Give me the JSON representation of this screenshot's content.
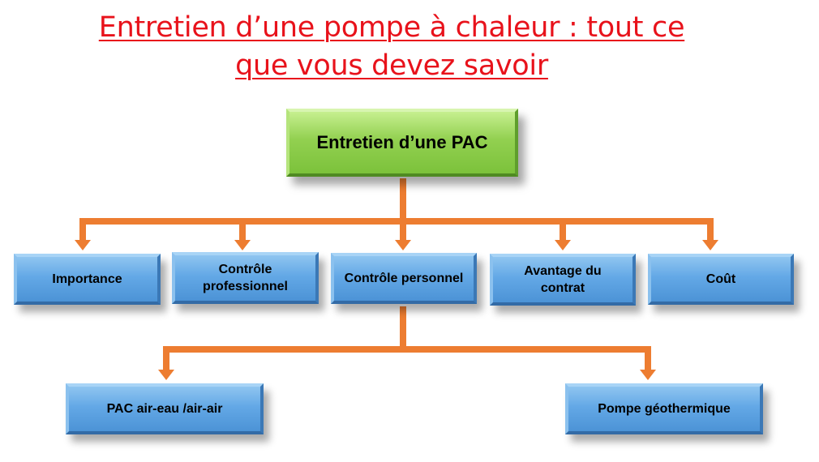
{
  "title": {
    "line1": "Entretien d’une pompe à chaleur : tout ce",
    "line2": "que vous devez savoir"
  },
  "diagram": {
    "root": "Entretien d’une PAC",
    "level1": [
      {
        "line1": "Importance",
        "line2": ""
      },
      {
        "line1": "Contrôle",
        "line2": "professionnel"
      },
      {
        "line1": "Contrôle personnel",
        "line2": ""
      },
      {
        "line1": "Avantage du",
        "line2": "contrat"
      },
      {
        "line1": "Coût",
        "line2": ""
      }
    ],
    "level2": [
      {
        "line1": "PAC air-eau /air-air"
      },
      {
        "line1": "Pompe géothermique"
      }
    ]
  },
  "colors": {
    "title": "#e8121b",
    "root_fill": "#92d050",
    "node_fill": "#63a8e6",
    "connector": "#ed7d31"
  }
}
